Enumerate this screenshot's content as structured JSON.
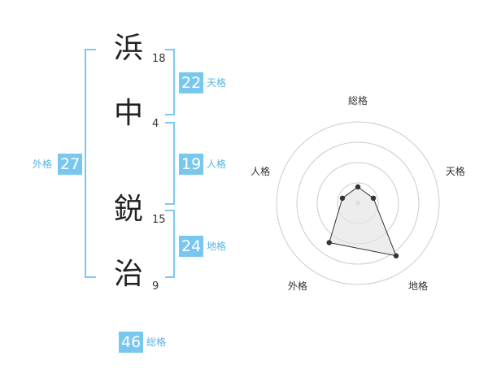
{
  "name": {
    "chars": [
      {
        "char": "浜",
        "strokes": "18"
      },
      {
        "char": "中",
        "strokes": "4"
      },
      {
        "char": "鋭",
        "strokes": "15"
      },
      {
        "char": "治",
        "strokes": "9"
      }
    ]
  },
  "fortunes": {
    "tenkaku": {
      "value": "22",
      "label": "天格"
    },
    "jinkaku": {
      "value": "19",
      "label": "人格"
    },
    "chikaku": {
      "value": "24",
      "label": "地格"
    },
    "gaikaku": {
      "value": "27",
      "label": "外格"
    },
    "soukaku": {
      "value": "46",
      "label": "総格"
    }
  },
  "chart_data": {
    "type": "radar",
    "axes": [
      "総格",
      "天格",
      "地格",
      "外格",
      "人格"
    ],
    "values": [
      1,
      1,
      4,
      3,
      1
    ],
    "rmax": 5,
    "rings": 4,
    "colors": {
      "ring": "#cccccc",
      "fill": "#e6e6e6",
      "line": "#333333",
      "point": "#333333"
    }
  }
}
